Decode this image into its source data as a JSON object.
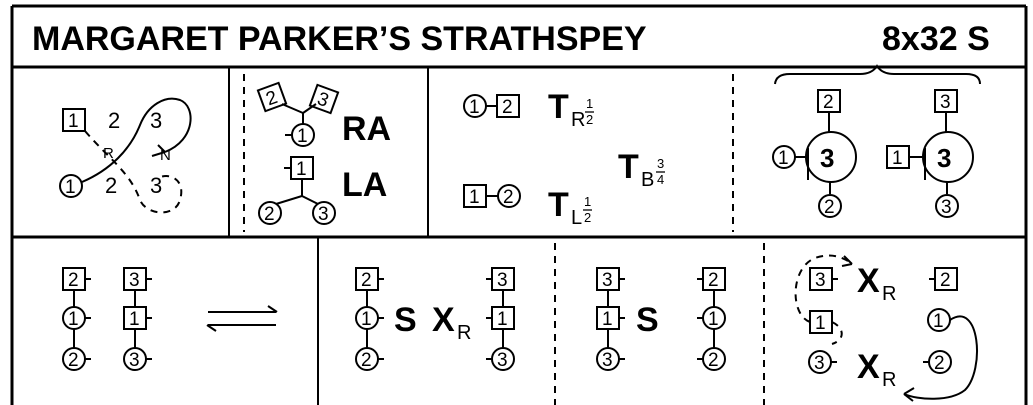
{
  "title": "MARGARET PARKER’S STRATHSPEY",
  "formation": "8x32 S",
  "labels": {
    "RA": "RA",
    "LA": "LA",
    "R": "R",
    "N": "N",
    "T": "T",
    "S": "S",
    "X": "X",
    "sub_R": "R",
    "sub_L": "L",
    "sub_B": "B",
    "frac_half_num": "1",
    "frac_half_den": "2",
    "frac_34_num": "3",
    "frac_34_den": "4"
  },
  "numbers": {
    "n1": "1",
    "n2": "2",
    "n3": "3"
  },
  "symbols": {
    "swap_arrows": "⇄"
  }
}
